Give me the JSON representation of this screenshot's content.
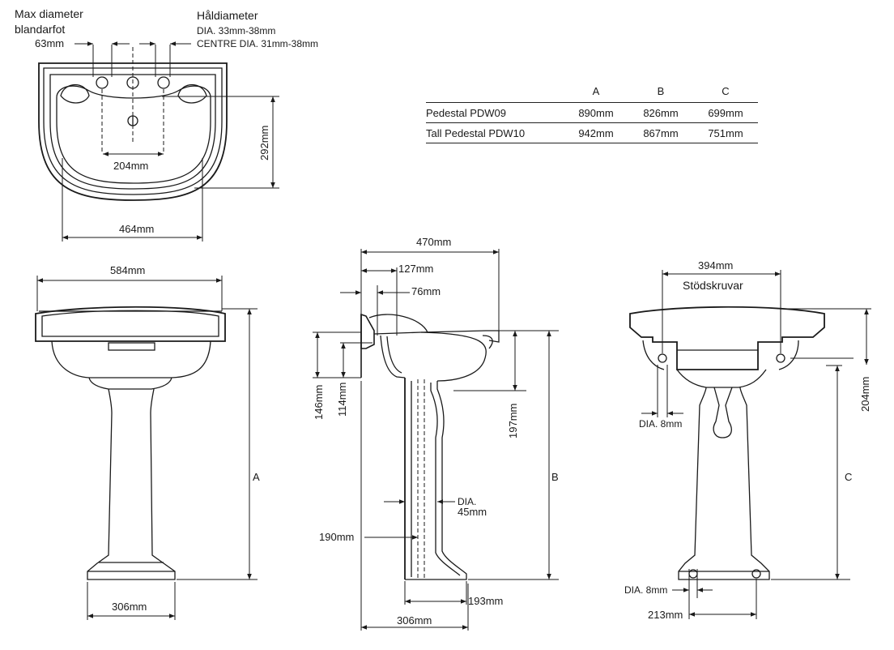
{
  "top_view": {
    "mixer_label_line1": "Max diameter",
    "mixer_label_line2": "blandarfot",
    "hole_label": "Håldiameter",
    "hole_dia": "DIA. 33mm-38mm",
    "hole_centre": "CENTRE DIA. 31mm-38mm",
    "dim_63": "63mm",
    "dim_204": "204mm",
    "dim_292": "292mm",
    "dim_464": "464mm"
  },
  "table": {
    "headers": [
      "",
      "A",
      "B",
      "C"
    ],
    "rows": [
      [
        "Pedestal PDW09",
        "890mm",
        "826mm",
        "699mm"
      ],
      [
        "Tall Pedestal PDW10",
        "942mm",
        "867mm",
        "751mm"
      ]
    ]
  },
  "front_view": {
    "dim_584": "584mm",
    "dim_306": "306mm",
    "dim_a": "A"
  },
  "side_view": {
    "dim_470": "470mm",
    "dim_127": "127mm",
    "dim_76": "76mm",
    "dim_146": "146mm",
    "dim_114": "114mm",
    "dim_197": "197mm",
    "dim_b": "B",
    "dia_label": "DIA.",
    "dia_value": "45mm",
    "dim_190": "190mm",
    "dim_193": "193mm",
    "dim_306": "306mm"
  },
  "back_view": {
    "dim_394": "394mm",
    "bracket_label": "Stödskruvar",
    "dia_8_top": "DIA. 8mm",
    "dim_204": "204mm",
    "dim_c": "C",
    "dia_8_bottom": "DIA. 8mm",
    "dim_213": "213mm"
  }
}
